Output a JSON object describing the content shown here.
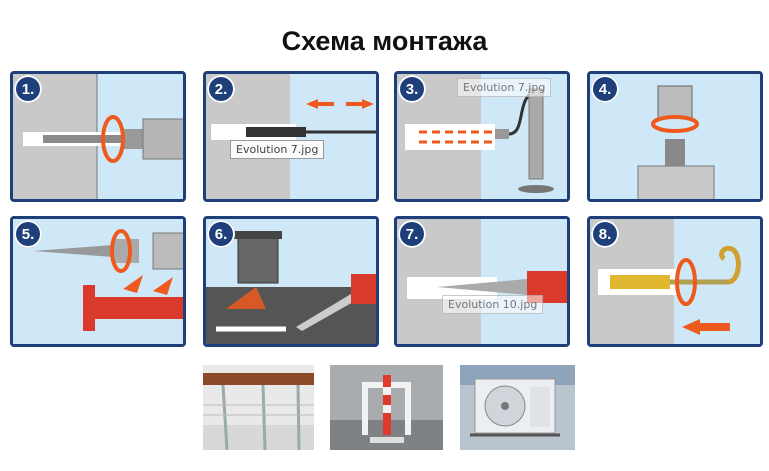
{
  "title": "Схема монтажа",
  "steps": [
    {
      "label": "1."
    },
    {
      "label": "2."
    },
    {
      "label": "3."
    },
    {
      "label": "4."
    },
    {
      "label": "5."
    },
    {
      "label": "6."
    },
    {
      "label": "7."
    },
    {
      "label": "8."
    }
  ],
  "tooltips": {
    "panel2": "Evolution 7.jpg",
    "panel3": "Evolution 7.jpg",
    "panel7": "Evolution 10.jpg"
  },
  "colors": {
    "frame": "#1f3f7a",
    "arrow": "#ee5a1e",
    "wall": "#c9c9c9",
    "sky": "#cfe8f7"
  },
  "photos": [
    {
      "icon": "railing-photo"
    },
    {
      "icon": "parking-barrier-photo"
    },
    {
      "icon": "air-conditioner-photo"
    }
  ]
}
